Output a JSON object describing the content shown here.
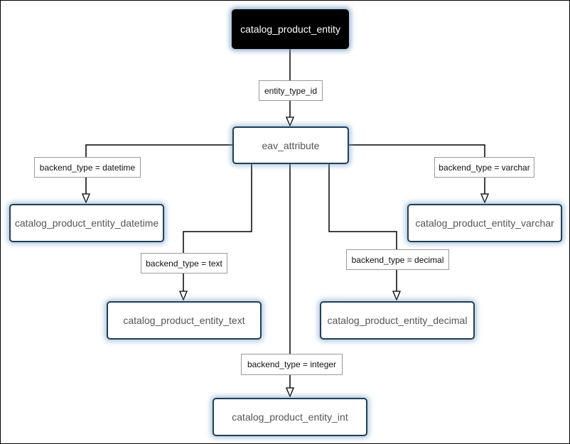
{
  "nodes": {
    "entity": "catalog_product_entity",
    "eav_attribute": "eav_attribute",
    "datetime": "catalog_product_entity_datetime",
    "varchar": "catalog_product_entity_varchar",
    "text": "catalog_product_entity_text",
    "decimal": "catalog_product_entity_decimal",
    "int": "catalog_product_entity_int"
  },
  "edges": {
    "entity_type_id": "entity_type_id",
    "datetime": "backend_type = datetime",
    "varchar": "backend_type = varchar",
    "text": "backend_type = text",
    "decimal": "backend_type = decimal",
    "integer": "backend_type = integer"
  },
  "colors": {
    "root_fill": "#000000",
    "node_border": "#1f3f57",
    "glow": "#78a0c8"
  }
}
